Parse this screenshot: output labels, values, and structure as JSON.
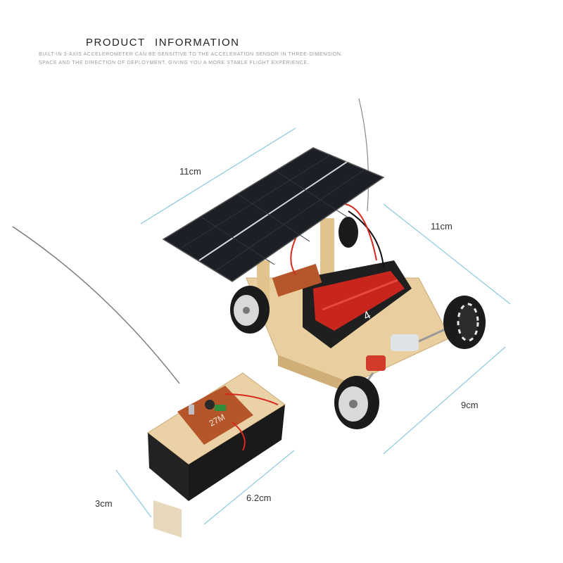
{
  "header": {
    "title": "PRODUCT  INFORMATION",
    "subtitle_line1": "BUILT-IN 3-AXIS ACCELEROMETER CAN BE SENSITIVE TO THE ACCELERATION SENSOR IN THREE-DIMENSIONAL",
    "subtitle_line2": "SPACE AND THE DIRECTION OF DEPLOYMENT, GIVING YOU A MORE STABLE FLIGHT EXPERIENCE."
  },
  "dimensions": {
    "car_length": "11cm",
    "car_width": "11cm",
    "car_height": "9cm",
    "remote_width": "3cm",
    "remote_length": "6.2cm"
  },
  "product_markings": {
    "battery_label": "4",
    "remote_chip_label": "27M"
  },
  "colors": {
    "wood": "#e9cf9f",
    "solar_panel": "#1c1f26",
    "battery_red": "#c8261c",
    "wheel_black": "#1b1b1b",
    "guide_line": "#8cc9dc"
  }
}
